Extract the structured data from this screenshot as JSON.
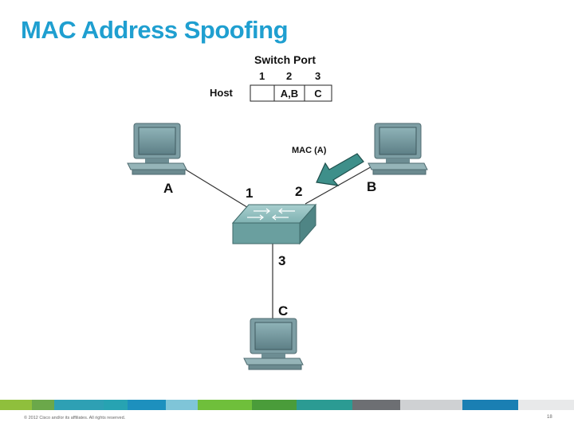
{
  "title": "MAC Address Spoofing",
  "table": {
    "header": "Switch Port",
    "ports": [
      "1",
      "2",
      "3"
    ],
    "row_label": "Host",
    "cells": [
      "",
      "A,B",
      "C"
    ]
  },
  "hosts": {
    "a": "A",
    "b": "B",
    "c": "C"
  },
  "switch_ports": {
    "p1": "1",
    "p2": "2",
    "p3": "3"
  },
  "arrow_label": "MAC (A)",
  "footer": {
    "copyright": "© 2012 Cisco and/or its affiliates. All rights reserved.",
    "page_number": "18"
  },
  "colors": {
    "title": "#1f9fd0",
    "arrow": "#3e8f8a",
    "switch": "#6fa8a8",
    "footer_bar": [
      "#8fbf3c",
      "#6ba84a",
      "#2ea0b4",
      "#27a3b2",
      "#1d90be",
      "#7fc5d8",
      "#6fbf3b",
      "#4a9c3a",
      "#2b9b93",
      "#6d6f73",
      "#cfd1d3",
      "#1a7fb3",
      "#e8e9ea"
    ]
  }
}
